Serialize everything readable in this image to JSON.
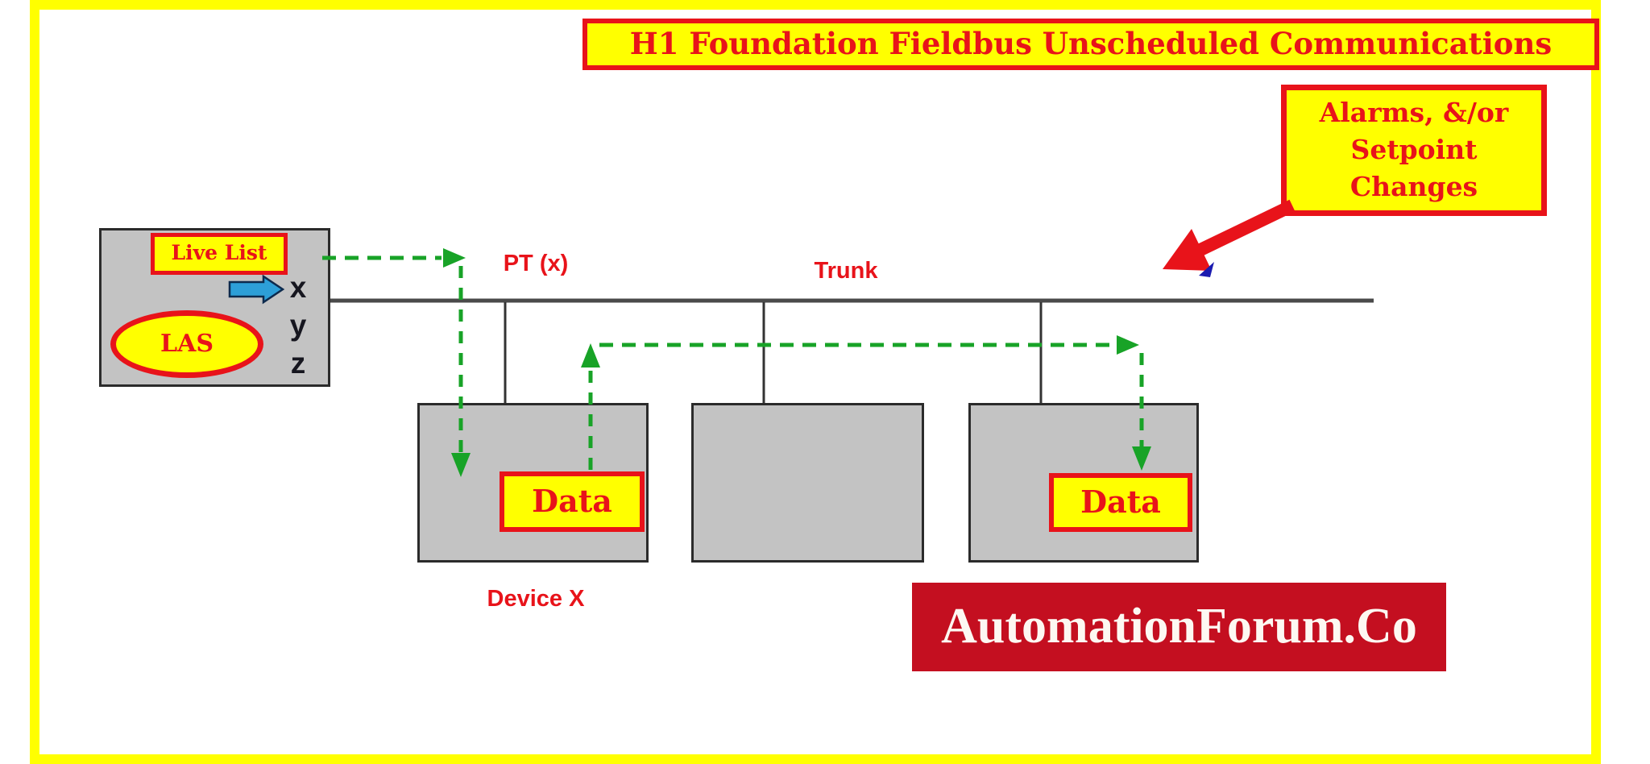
{
  "page": {
    "title": "H1 Foundation Fieldbus Unscheduled Communications"
  },
  "callout": {
    "line1": "Alarms, &/or",
    "line2": "Setpoint",
    "line3": "Changes"
  },
  "las": {
    "live_list_label": "Live List",
    "las_label": "LAS",
    "ports": [
      "x",
      "y",
      "z"
    ]
  },
  "bus": {
    "pt_label": "PT (x)",
    "trunk_label": "Trunk"
  },
  "devices": {
    "device_x_label": "Device X",
    "data_label": "Data"
  },
  "logo": {
    "text": "AutomationForum.Co"
  },
  "icons": {
    "blue_arrow": "right-block-arrow",
    "red_arrow": "callout-pointer-arrow",
    "blue_pointer": "small-cursor-triangle",
    "green_arrows": "dashed-flow-arrows"
  },
  "colors": {
    "frame_yellow": "#FFFF00",
    "accent_red": "#E8131A",
    "logo_red": "#C40F20",
    "flow_green": "#18A327",
    "device_gray": "#C3C3C3",
    "trunk_gray": "#4A4A4A",
    "arrow_blue": "#2D9FD8"
  }
}
